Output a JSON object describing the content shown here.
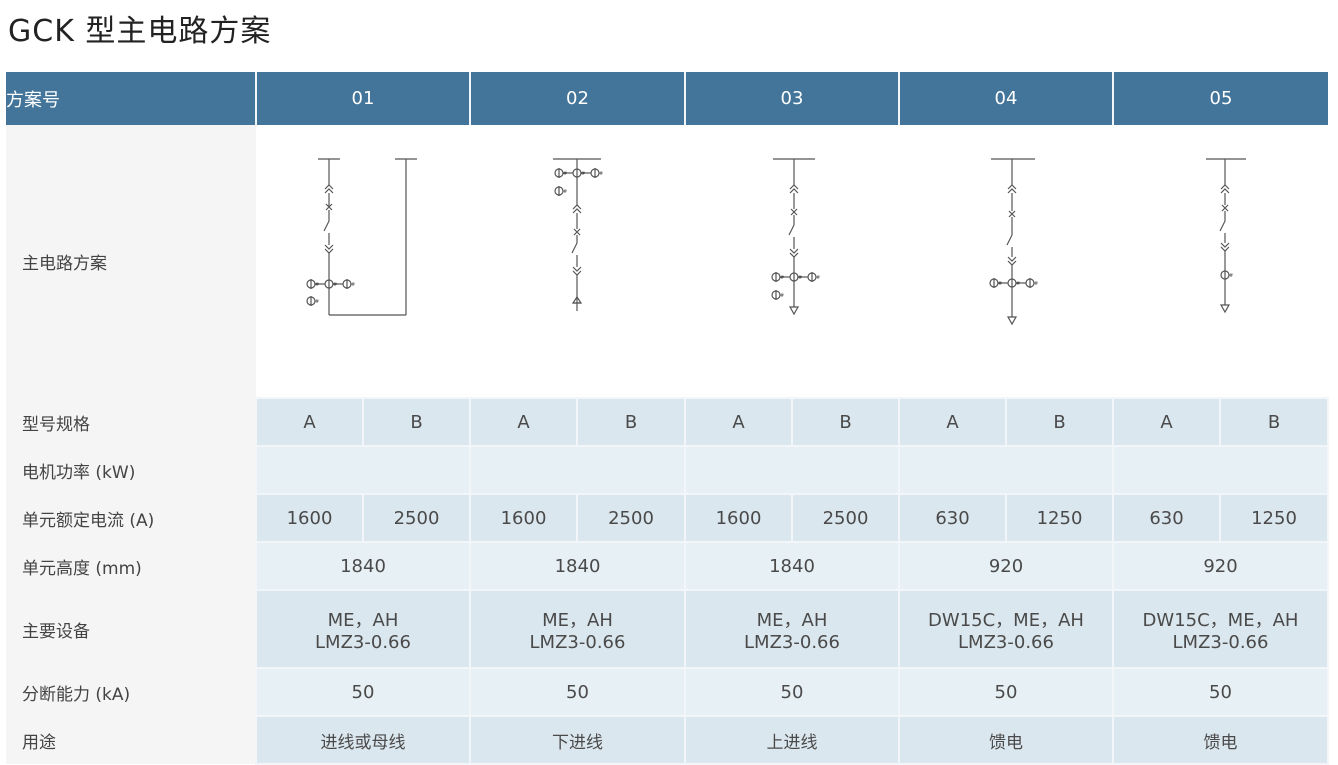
{
  "title": "GCK 型主电路方案",
  "header": {
    "row_label": "方案号",
    "schemes": [
      "01",
      "02",
      "03",
      "04",
      "05"
    ]
  },
  "diagram_row_label": "主电路方案",
  "rows": {
    "model": {
      "label": "型号规格",
      "values": [
        "A",
        "B",
        "A",
        "B",
        "A",
        "B",
        "A",
        "B",
        "A",
        "B"
      ]
    },
    "power": {
      "label": "电机功率 (kW)",
      "values": [
        "",
        "",
        "",
        "",
        ""
      ]
    },
    "current": {
      "label": "单元额定电流 (A)",
      "values": [
        "1600",
        "2500",
        "1600",
        "2500",
        "1600",
        "2500",
        "630",
        "1250",
        "630",
        "1250"
      ]
    },
    "height": {
      "label": "单元高度 (mm)",
      "values": [
        "1840",
        "1840",
        "1840",
        "920",
        "920"
      ]
    },
    "equipment": {
      "label": "主要设备",
      "values": [
        [
          "ME，AH",
          "LMZ3-0.66"
        ],
        [
          "ME，AH",
          "LMZ3-0.66"
        ],
        [
          "ME，AH",
          "LMZ3-0.66"
        ],
        [
          "DW15C，ME，AH",
          "LMZ3-0.66"
        ],
        [
          "DW15C，ME，AH",
          "LMZ3-0.66"
        ]
      ]
    },
    "breaking": {
      "label": "分断能力 (kA)",
      "values": [
        "50",
        "50",
        "50",
        "50",
        "50"
      ]
    },
    "use": {
      "label": "用途",
      "values": [
        "进线或母线",
        "下进线",
        "上进线",
        "馈电",
        "馈电"
      ]
    }
  },
  "colors": {
    "header_bg": "#437499",
    "band_dark": "#dbe7ee",
    "band_light": "#e7f0f4",
    "label_bg": "#f5f5f5"
  }
}
